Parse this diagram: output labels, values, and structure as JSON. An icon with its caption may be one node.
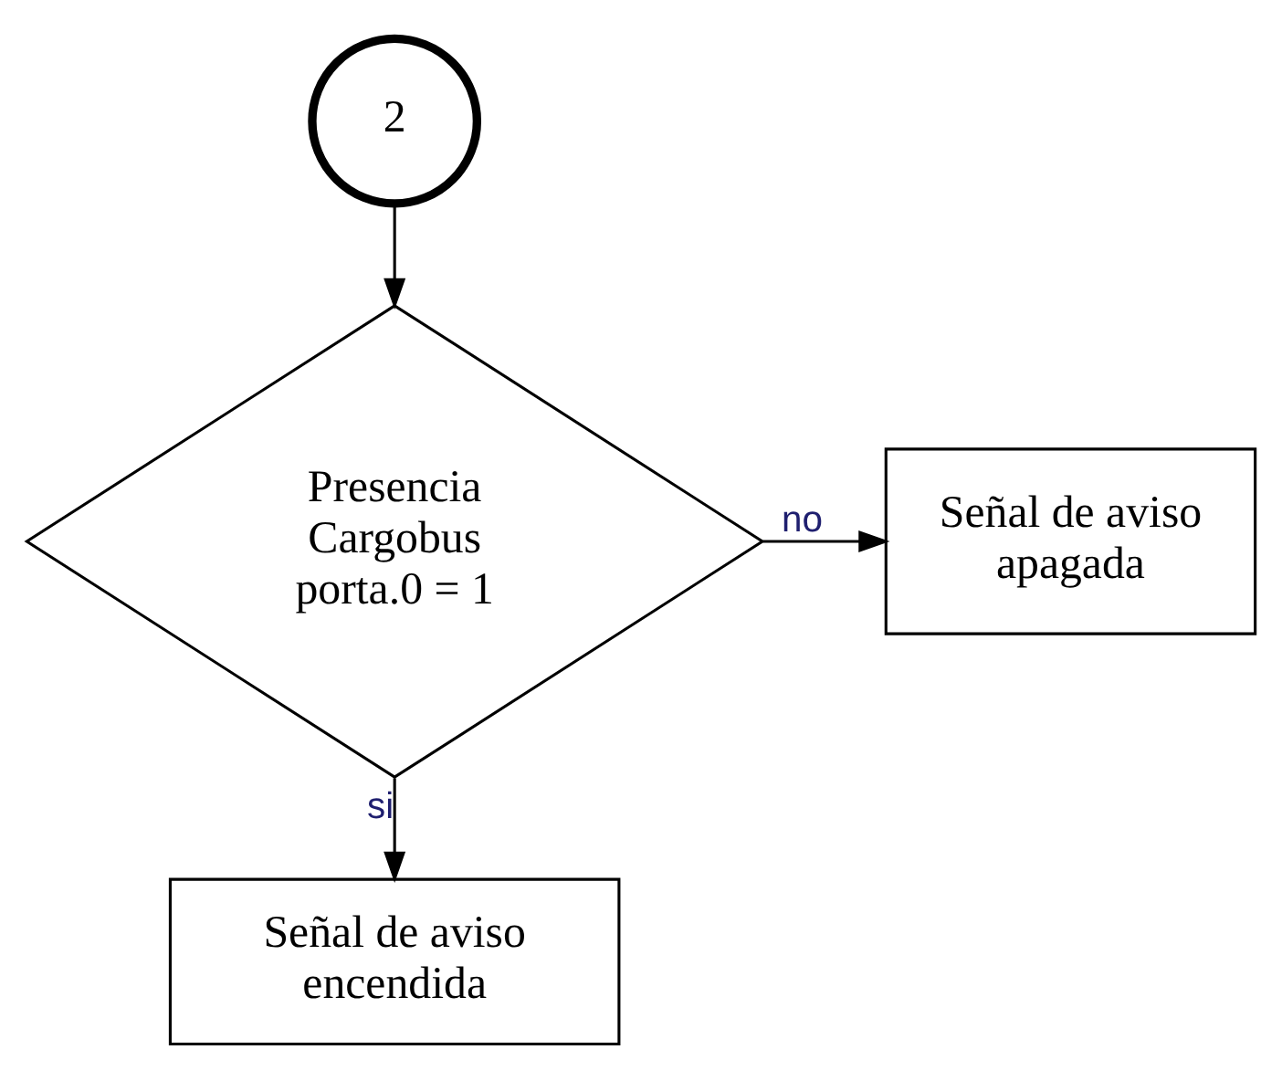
{
  "diagram": {
    "nodes": [
      {
        "text": [
          "2"
        ]
      },
      {
        "text": [
          "Presencia Cargobus porta.0 = 1"
        ]
      },
      {
        "text": [
          "Señal de aviso apagada"
        ]
      },
      {
        "text": [
          "Señal de aviso encendida"
        ]
      }
    ],
    "edges": [
      {
        "from": 0,
        "to": 1,
        "arrow": "to"
      },
      {
        "from": 1,
        "to": 2,
        "arrow": "to",
        "label": "no"
      },
      {
        "from": 1,
        "to": 3,
        "arrow": "to",
        "label": "si"
      }
    ]
  }
}
